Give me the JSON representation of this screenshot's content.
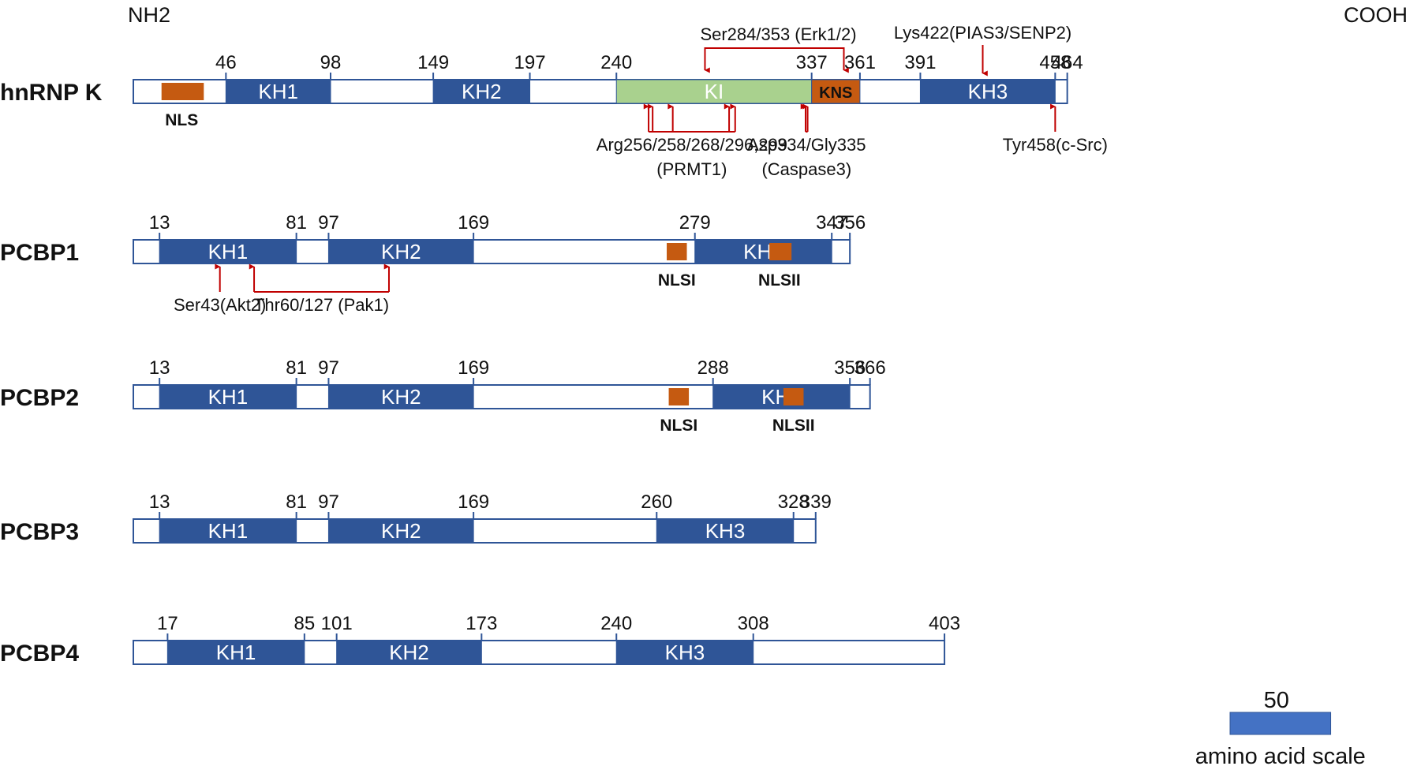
{
  "colors": {
    "kh": "#2f5597",
    "outline": "#2f5597",
    "nls": "#c55a11",
    "ki": "#a9d18e",
    "ptm_arrow": "#c00000"
  },
  "terminal": {
    "n": "NH2",
    "c": "COOH"
  },
  "proteins": [
    {
      "name": "hnRNP K",
      "length": 464,
      "regions": [
        {
          "label": "",
          "kind": "nls",
          "start": 14,
          "end": 35
        },
        {
          "label": "KH1",
          "kind": "kh",
          "start": 46,
          "end": 98
        },
        {
          "label": "KH2",
          "kind": "kh",
          "start": 149,
          "end": 197
        },
        {
          "label": "KI",
          "kind": "ki",
          "start": 240,
          "end": 337
        },
        {
          "label": "KNS",
          "kind": "kns",
          "start": 337,
          "end": 361
        },
        {
          "label": "KH3",
          "kind": "kh",
          "start": 391,
          "end": 458
        }
      ],
      "nls_labels": [
        {
          "text": "NLS",
          "pos": 24
        }
      ],
      "positions": [
        {
          "text": "46",
          "pos": 46
        },
        {
          "text": "98",
          "pos": 98
        },
        {
          "text": "149",
          "pos": 149
        },
        {
          "text": "197",
          "pos": 197
        },
        {
          "text": "240",
          "pos": 240
        },
        {
          "text": "337",
          "pos": 337
        },
        {
          "text": "361",
          "pos": 361
        },
        {
          "text": "391",
          "pos": 391
        },
        {
          "text": "458",
          "pos": 458
        },
        {
          "text": "464",
          "pos": 464
        }
      ],
      "annotations": [
        {
          "lines": [
            "Ser284/353 (Erk1/2)"
          ],
          "type": "bracket-above",
          "sites": [
            284,
            353
          ]
        },
        {
          "lines": [
            "Lys422(PIAS3/SENP2)"
          ],
          "type": "above",
          "sites": [
            422
          ]
        },
        {
          "lines": [
            "Arg256/258/268/296,299",
            "(PRMT1)"
          ],
          "type": "below-bracket",
          "sites": [
            256,
            258,
            268,
            296,
            299
          ]
        },
        {
          "lines": [
            "Asp334/Gly335",
            "(Caspase3)"
          ],
          "type": "below-bracket",
          "sites": [
            334,
            335
          ]
        },
        {
          "lines": [
            "Tyr458(c-Src)"
          ],
          "type": "below",
          "sites": [
            458
          ]
        }
      ]
    },
    {
      "name": "PCBP1",
      "length": 356,
      "regions": [
        {
          "label": "KH1",
          "kind": "kh",
          "start": 13,
          "end": 81
        },
        {
          "label": "KH2",
          "kind": "kh",
          "start": 97,
          "end": 169
        },
        {
          "label": "",
          "kind": "nls",
          "start": 265,
          "end": 275
        },
        {
          "label": "KH3",
          "kind": "kh",
          "start": 279,
          "end": 347
        },
        {
          "label": "",
          "kind": "nls",
          "start": 316,
          "end": 327
        }
      ],
      "nls_labels": [
        {
          "text": "NLSI",
          "pos": 270
        },
        {
          "text": "NLSII",
          "pos": 321
        }
      ],
      "positions": [
        {
          "text": "13",
          "pos": 13
        },
        {
          "text": "81",
          "pos": 81
        },
        {
          "text": "97",
          "pos": 97
        },
        {
          "text": "169",
          "pos": 169
        },
        {
          "text": "279",
          "pos": 279
        },
        {
          "text": "347",
          "pos": 347
        },
        {
          "text": "356",
          "pos": 356
        }
      ],
      "annotations": [
        {
          "lines": [
            "Ser43(Akt2)"
          ],
          "type": "below",
          "sites": [
            43
          ]
        },
        {
          "lines": [
            "Thr60/127 (Pak1)"
          ],
          "type": "below-bracket",
          "sites": [
            60,
            127
          ]
        }
      ]
    },
    {
      "name": "PCBP2",
      "length": 366,
      "regions": [
        {
          "label": "KH1",
          "kind": "kh",
          "start": 13,
          "end": 81
        },
        {
          "label": "KH2",
          "kind": "kh",
          "start": 97,
          "end": 169
        },
        {
          "label": "",
          "kind": "nls",
          "start": 266,
          "end": 276
        },
        {
          "label": "KH3",
          "kind": "kh",
          "start": 288,
          "end": 356
        },
        {
          "label": "",
          "kind": "nls",
          "start": 323,
          "end": 333
        }
      ],
      "nls_labels": [
        {
          "text": "NLSI",
          "pos": 271
        },
        {
          "text": "NLSII",
          "pos": 328
        }
      ],
      "positions": [
        {
          "text": "13",
          "pos": 13
        },
        {
          "text": "81",
          "pos": 81
        },
        {
          "text": "97",
          "pos": 97
        },
        {
          "text": "169",
          "pos": 169
        },
        {
          "text": "288",
          "pos": 288
        },
        {
          "text": "356",
          "pos": 356
        },
        {
          "text": "366",
          "pos": 366
        }
      ],
      "annotations": []
    },
    {
      "name": "PCBP3",
      "length": 339,
      "regions": [
        {
          "label": "KH1",
          "kind": "kh",
          "start": 13,
          "end": 81
        },
        {
          "label": "KH2",
          "kind": "kh",
          "start": 97,
          "end": 169
        },
        {
          "label": "KH3",
          "kind": "kh",
          "start": 260,
          "end": 328
        }
      ],
      "nls_labels": [],
      "positions": [
        {
          "text": "13",
          "pos": 13
        },
        {
          "text": "81",
          "pos": 81
        },
        {
          "text": "97",
          "pos": 97
        },
        {
          "text": "169",
          "pos": 169
        },
        {
          "text": "260",
          "pos": 260
        },
        {
          "text": "328",
          "pos": 328
        },
        {
          "text": "339",
          "pos": 339
        }
      ],
      "annotations": []
    },
    {
      "name": "PCBP4",
      "length": 403,
      "regions": [
        {
          "label": "KH1",
          "kind": "kh",
          "start": 17,
          "end": 85
        },
        {
          "label": "KH2",
          "kind": "kh",
          "start": 101,
          "end": 173
        },
        {
          "label": "KH3",
          "kind": "kh",
          "start": 240,
          "end": 308
        }
      ],
      "nls_labels": [],
      "positions": [
        {
          "text": "17",
          "pos": 17
        },
        {
          "text": "85",
          "pos": 85
        },
        {
          "text": "101",
          "pos": 101
        },
        {
          "text": "173",
          "pos": 173
        },
        {
          "text": "240",
          "pos": 240
        },
        {
          "text": "308",
          "pos": 308
        },
        {
          "text": "403",
          "pos": 403
        }
      ],
      "annotations": []
    }
  ],
  "scale": {
    "value": "50",
    "caption": "amino acid scale",
    "aa": 50
  }
}
